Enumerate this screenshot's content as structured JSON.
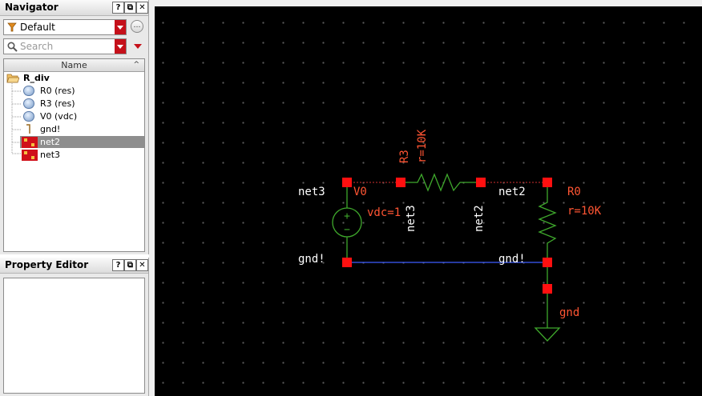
{
  "navigator": {
    "title": "Navigator",
    "filter_value": "Default",
    "search_placeholder": "Search",
    "column_header": "Name",
    "tree": {
      "root": "R_div",
      "items": [
        "R0 (res)",
        "R3 (res)",
        "V0 (vdc)",
        "gnd!",
        "net2",
        "net3"
      ],
      "selected": "net2"
    }
  },
  "property_editor": {
    "title": "Property Editor"
  },
  "titlebar_buttons": {
    "help": "?",
    "float": "⧉",
    "close": "✕"
  },
  "schematic": {
    "colors": {
      "wire_select": "#e03030",
      "wire_gnd": "#3c5cff",
      "device": "#3fa82c",
      "pin": "#ff1010",
      "label": "#ff5533",
      "netlabel": "#ffffff"
    },
    "labels": {
      "r3_name": "R3",
      "r3_value": "r=10K",
      "r0_name": "R0",
      "r0_value": "r=10K",
      "v0_name": "V0",
      "v0_value": "vdc=1",
      "net3_left": "net3",
      "net3_vertical": "net3",
      "net2_vertical": "net2",
      "net2_right": "net2",
      "gnd_left": "gnd!",
      "gnd_right": "gnd!",
      "gnd_symbol": "gnd",
      "plus": "+",
      "minus": "−"
    }
  }
}
